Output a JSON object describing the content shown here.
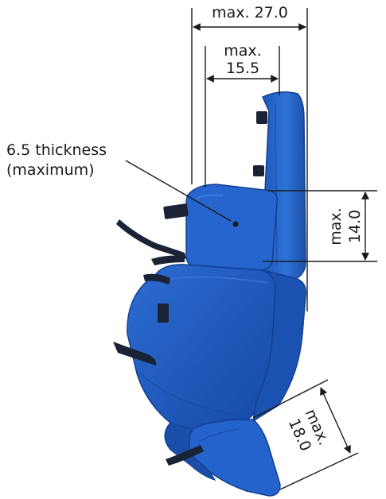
{
  "dimensions": {
    "width_max": {
      "prefix": "max.",
      "value": "27.0"
    },
    "seat_max": {
      "prefix": "max.",
      "value": "15.5"
    },
    "height_max": {
      "prefix": "max.",
      "value": "14.0"
    },
    "depth_max": {
      "prefix": "max.",
      "value": "18.0"
    }
  },
  "callout": {
    "line1": "6.5 thickness",
    "line2": "(maximum)"
  },
  "colors": {
    "product": "#1f5fc4",
    "product_dark": "#123f8f",
    "product_light": "#3b7de0",
    "strap": "#1a2236",
    "ink": "#1a1a1a"
  }
}
